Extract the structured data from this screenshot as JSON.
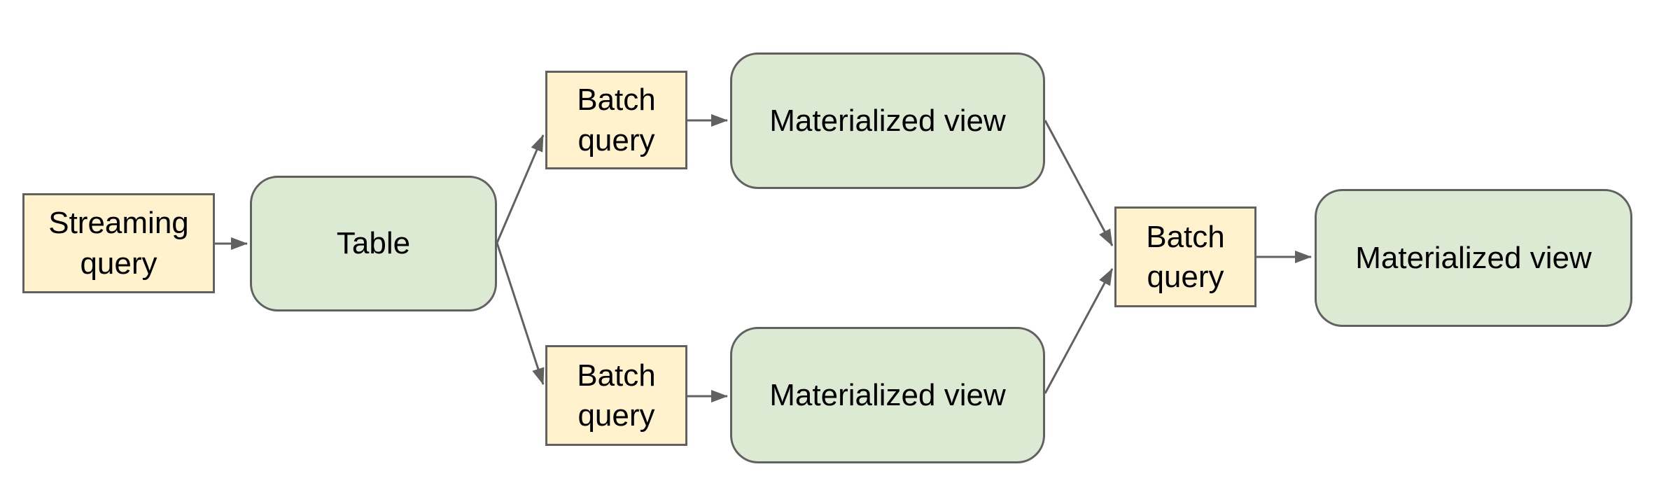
{
  "diagram": {
    "nodes": {
      "streaming_query": {
        "label": "Streaming query",
        "type": "query"
      },
      "table": {
        "label": "Table",
        "type": "view"
      },
      "batch_query_top": {
        "label": "Batch query",
        "type": "query"
      },
      "materialized_view_top": {
        "label": "Materialized view",
        "type": "view"
      },
      "batch_query_bottom": {
        "label": "Batch query",
        "type": "query"
      },
      "materialized_view_bottom": {
        "label": "Materialized view",
        "type": "view"
      },
      "batch_query_right": {
        "label": "Batch query",
        "type": "query"
      },
      "materialized_view_right": {
        "label": "Materialized view",
        "type": "view"
      }
    },
    "edges": [
      {
        "from": "streaming_query",
        "to": "table"
      },
      {
        "from": "table",
        "to": "batch_query_top"
      },
      {
        "from": "table",
        "to": "batch_query_bottom"
      },
      {
        "from": "batch_query_top",
        "to": "materialized_view_top"
      },
      {
        "from": "batch_query_bottom",
        "to": "materialized_view_bottom"
      },
      {
        "from": "materialized_view_top",
        "to": "batch_query_right"
      },
      {
        "from": "materialized_view_bottom",
        "to": "batch_query_right"
      },
      {
        "from": "batch_query_right",
        "to": "materialized_view_right"
      }
    ],
    "colors": {
      "query_node_fill": "#fff2cc",
      "view_node_fill": "#dcead3",
      "node_border": "#616161",
      "arrow": "#616161",
      "text": "#000000",
      "background": "#ffffff"
    }
  }
}
